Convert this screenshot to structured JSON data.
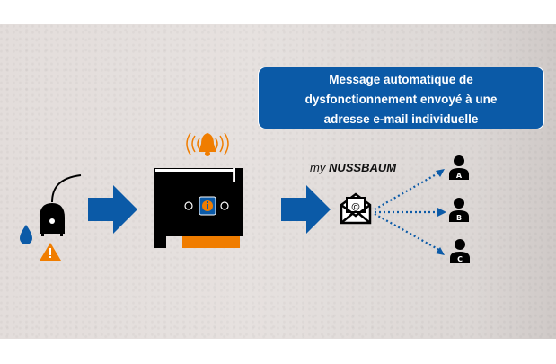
{
  "message_box": {
    "lines": [
      "Message automatique de",
      "dysfonctionnement envoyé à une",
      "adresse e-mail individuelle"
    ]
  },
  "brand": {
    "prefix": "my",
    "name": "NUSSBAUM"
  },
  "recipients": [
    {
      "label": "A"
    },
    {
      "label": "B"
    },
    {
      "label": "C"
    }
  ],
  "icons": {
    "sensor": "water-sensor-icon",
    "drop": "water-drop-icon",
    "warning": "warning-triangle-icon",
    "bell": "alarm-bell-icon",
    "unit": "control-unit-icon",
    "info": "info-icon",
    "email": "email-envelope-icon",
    "person": "person-icon",
    "arrow": "arrow-right-icon"
  },
  "colors": {
    "blue": "#0b5aa7",
    "orange": "#f07d00",
    "black": "#000000",
    "background": "#e4dfdd"
  }
}
